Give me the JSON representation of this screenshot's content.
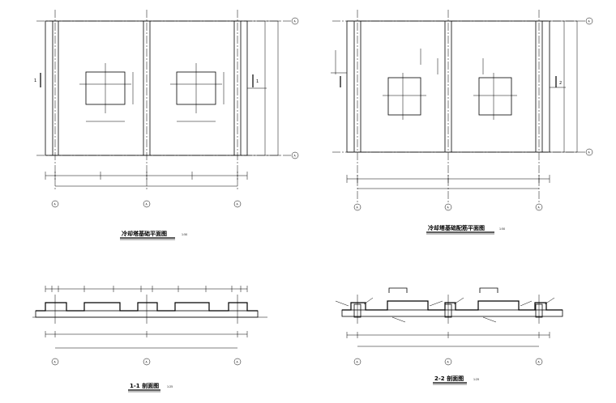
{
  "drawings": {
    "plan_left": {
      "title": "冷却塔基础平面图",
      "scale": "1:50",
      "axes_bottom": [
        "A",
        "A",
        "A"
      ],
      "axes_right": [
        "A",
        "A"
      ],
      "section_mark": "1"
    },
    "plan_right": {
      "title": "冷却塔基础配筋平面图",
      "scale": "1:50",
      "axes_bottom": [
        "A",
        "A",
        "A"
      ],
      "axes_right": [
        "A",
        "A"
      ],
      "section_mark": "2"
    },
    "section_1": {
      "title": "1-1 剖面图",
      "scale": "1:25",
      "axes_bottom": [
        "A",
        "A",
        "A"
      ]
    },
    "section_2": {
      "title": "2-2 剖面图",
      "scale": "1:25",
      "axes_bottom": [
        "A",
        "A",
        "A"
      ]
    }
  }
}
